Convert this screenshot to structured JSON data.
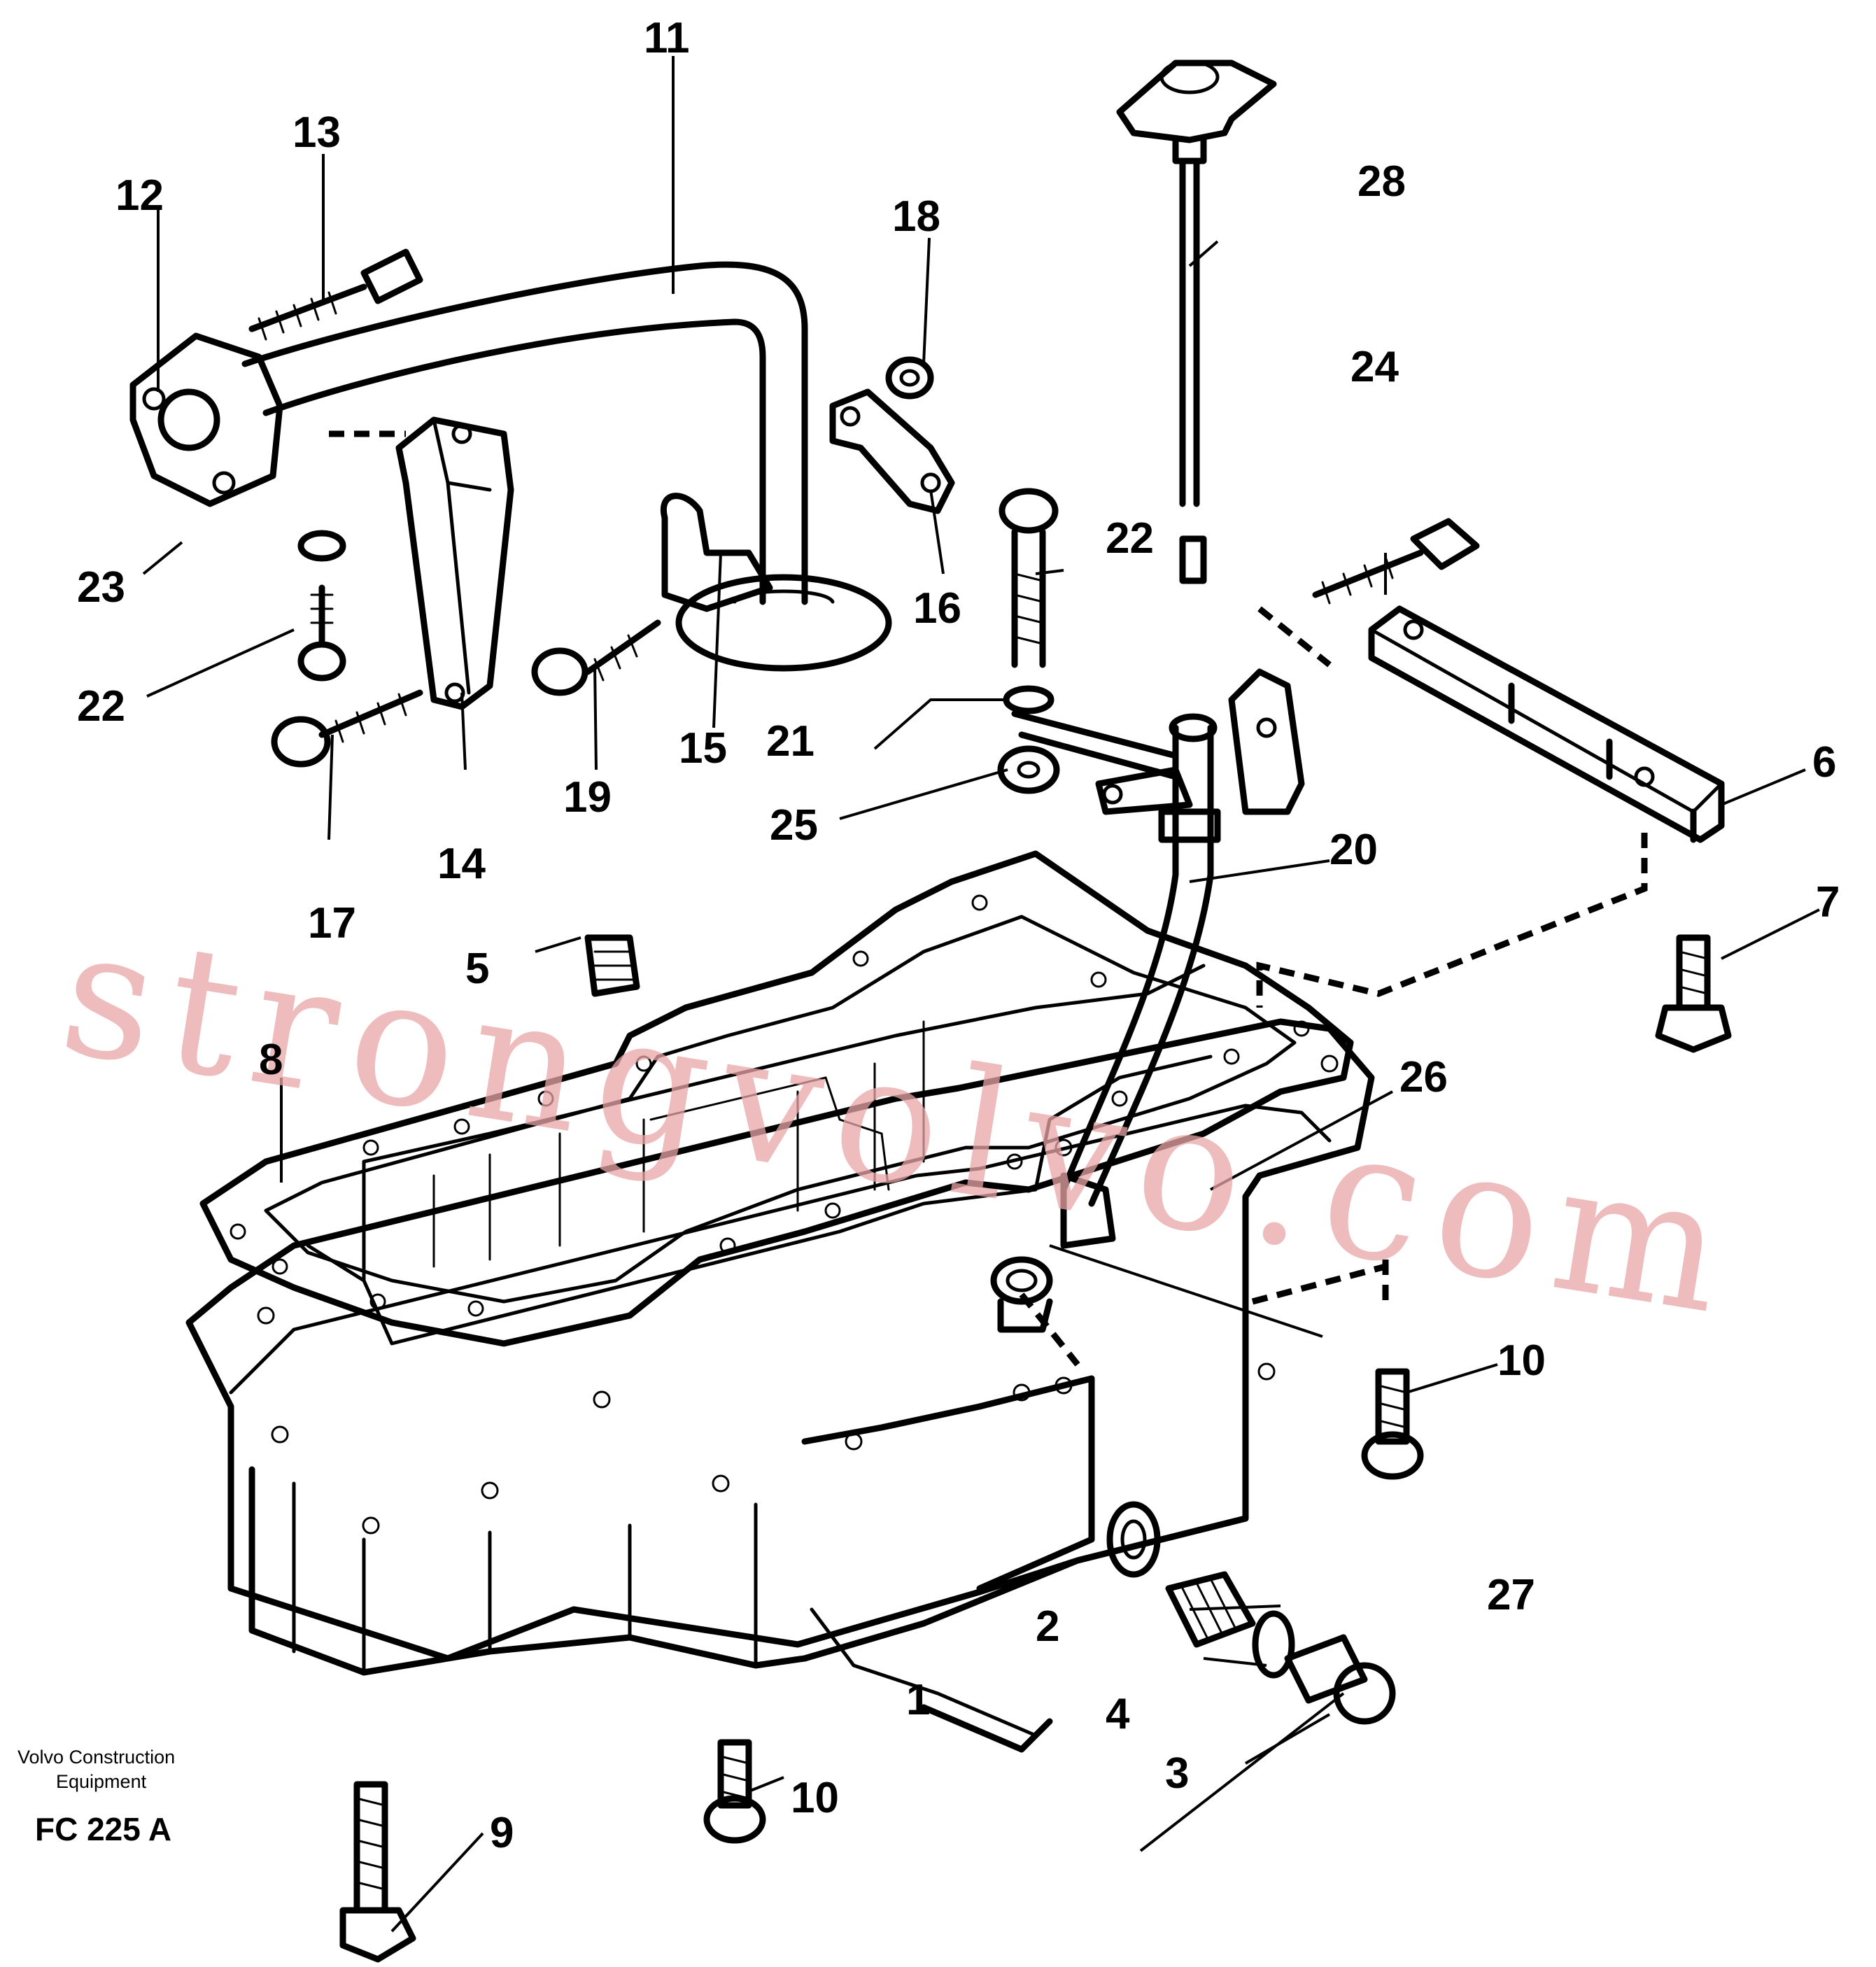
{
  "caption": {
    "brand_line1": "Volvo Construction",
    "brand_line2": "Equipment",
    "figure_code": "FC 225 A"
  },
  "watermark": "strongvolvo.com",
  "callouts": [
    "1",
    "2",
    "3",
    "4",
    "5",
    "6",
    "7",
    "8",
    "9",
    "10",
    "10",
    "11",
    "12",
    "13",
    "14",
    "15",
    "16",
    "17",
    "18",
    "19",
    "20",
    "21",
    "22",
    "22",
    "23",
    "24",
    "25",
    "26",
    "27",
    "28"
  ]
}
